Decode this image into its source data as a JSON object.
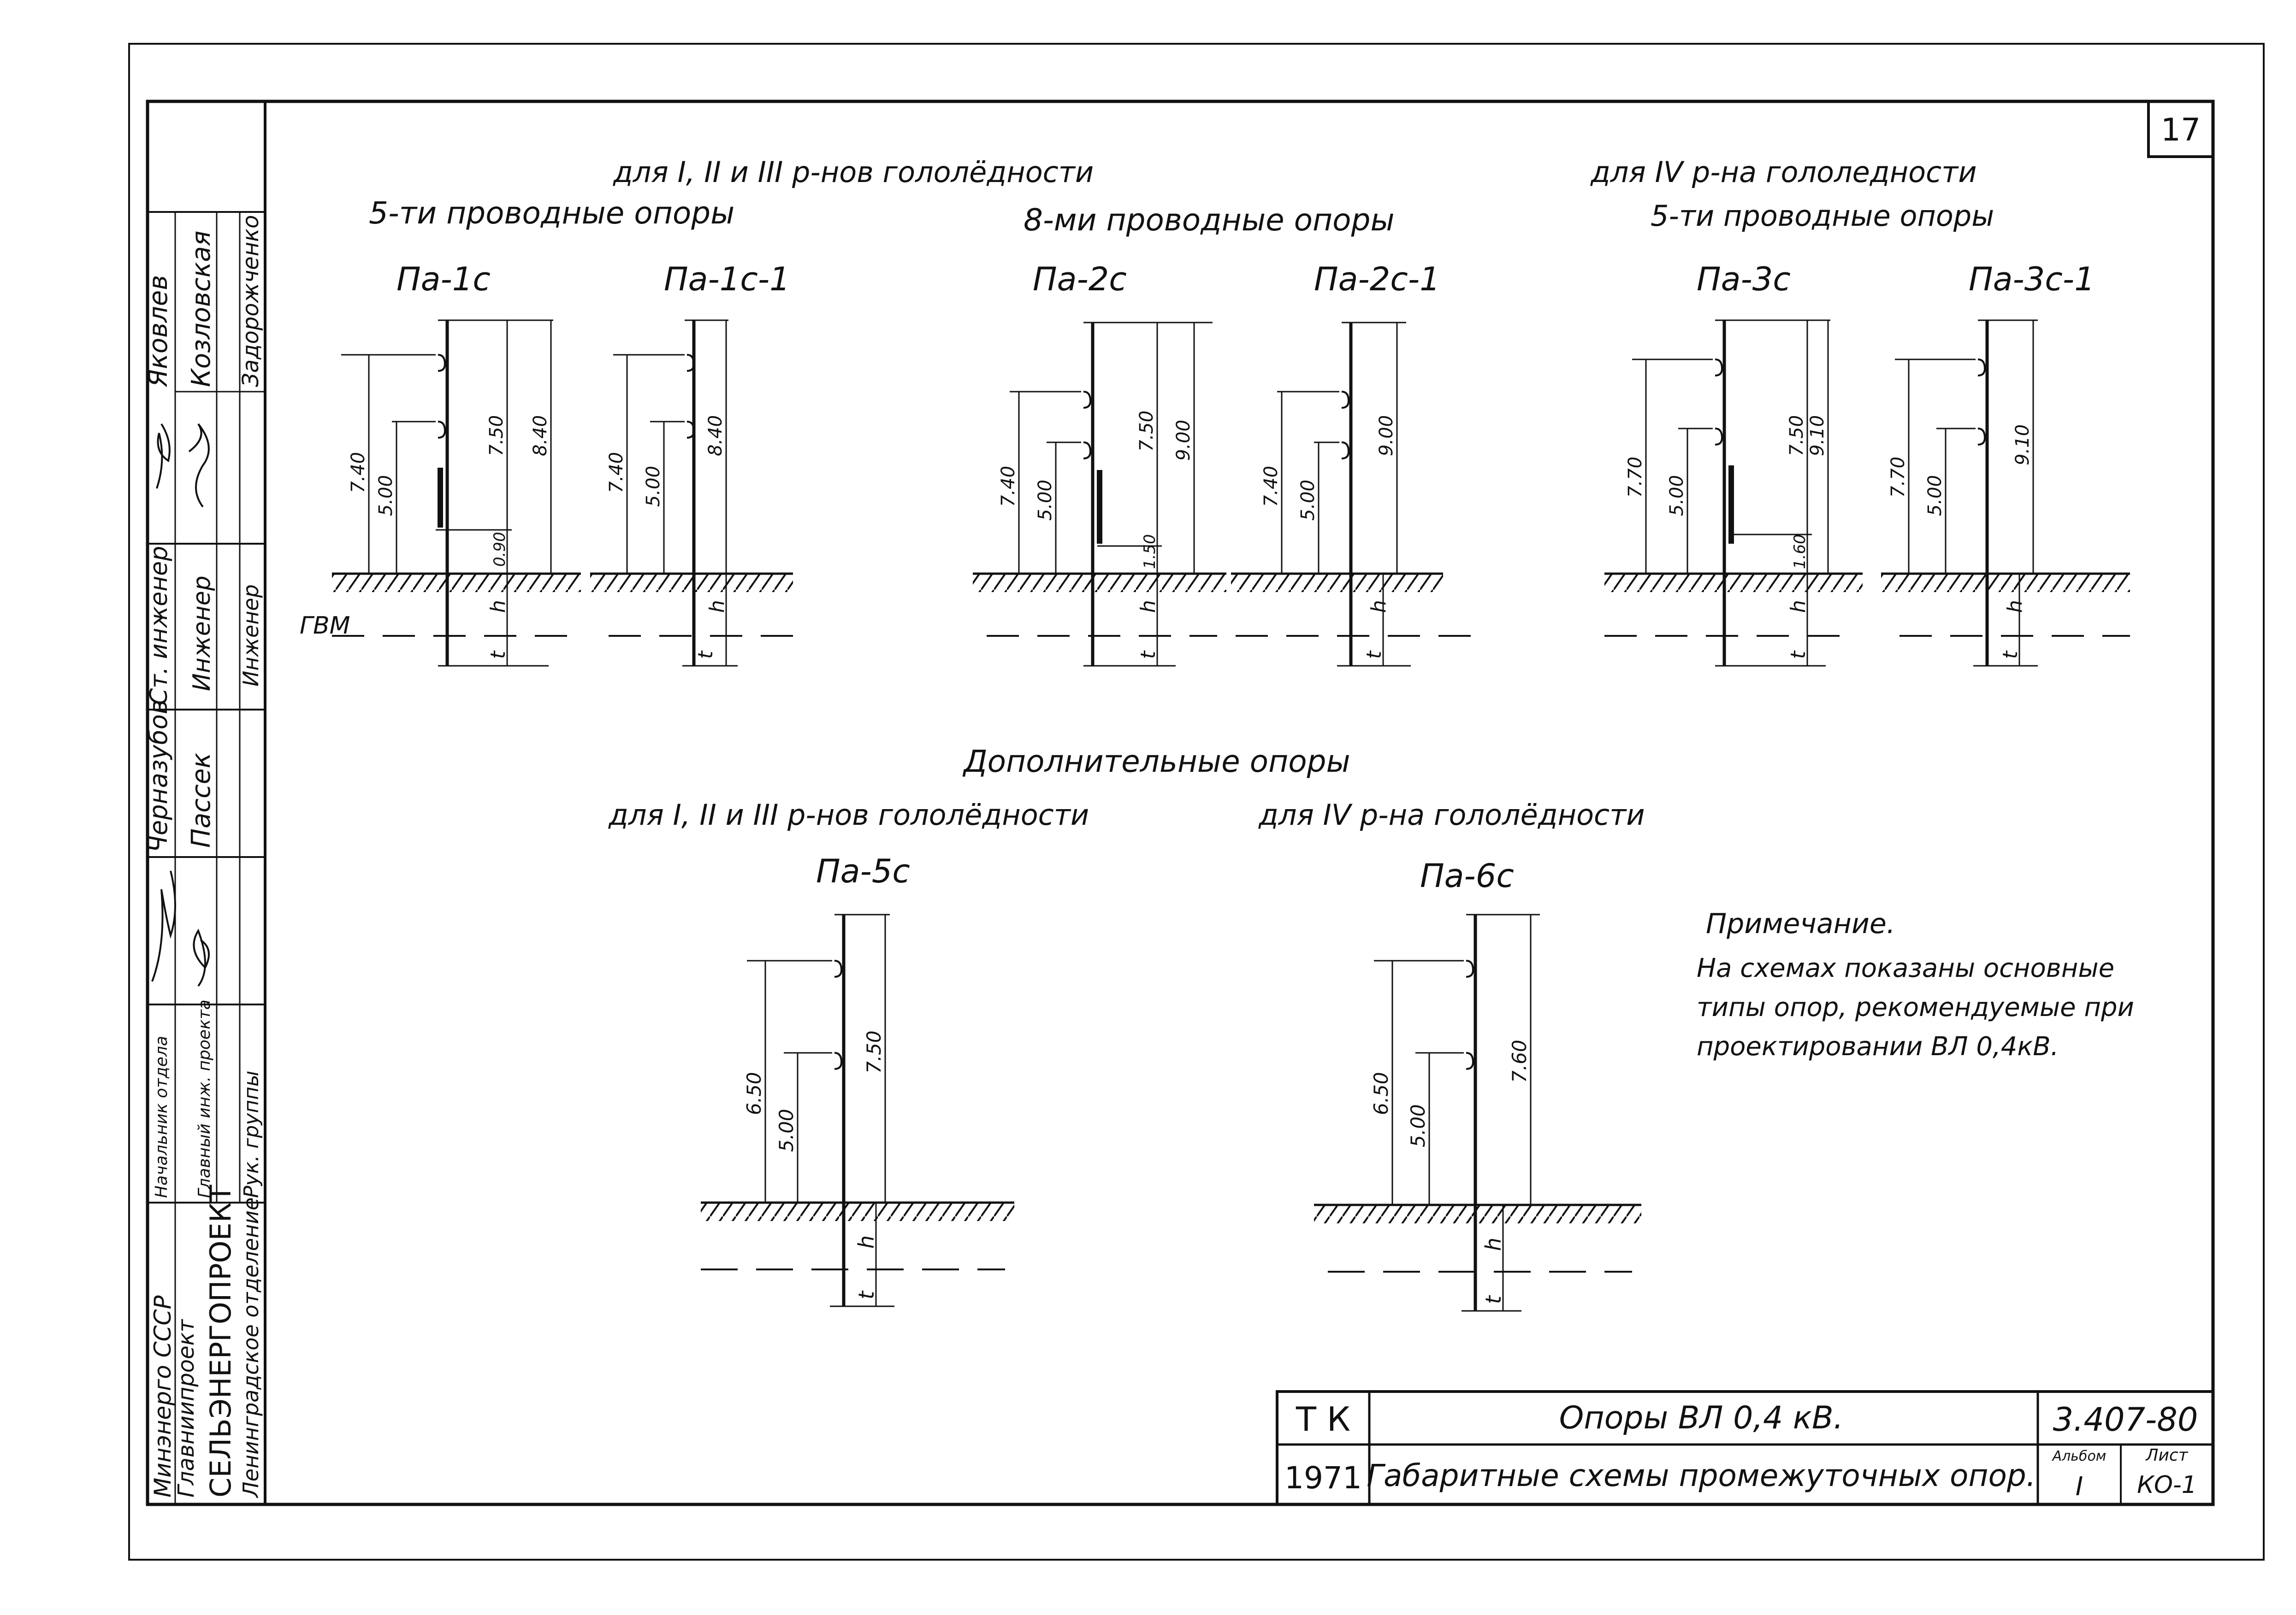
{
  "page_number": "17",
  "headings": {
    "group_a": "для I, II и III р-нов гололёдности",
    "group_a_sub": "5-ти проводные опоры",
    "group_b_sub": "8-ми проводные опоры",
    "group_c": "для IV р-на гололедности",
    "group_c_sub": "5-ти проводные опоры",
    "extra_title": "Дополнительные опоры",
    "extra_left": "для I, II и III р-нов гололёдности",
    "extra_right": "для IV р-на гололёдности"
  },
  "gvm_label": "ГВМ",
  "ground_symbols": {
    "h": "h",
    "t": "t"
  },
  "poles": [
    {
      "id": "pole-pa-1c",
      "name": "Па-1с",
      "dims": [
        "7.40",
        "5.00",
        "7.50",
        "8.40"
      ],
      "base_dim": "0.90"
    },
    {
      "id": "pole-pa-1c-1",
      "name": "Па-1с-1",
      "dims": [
        "7.40",
        "5.00",
        "8.40"
      ],
      "base_dim": ""
    },
    {
      "id": "pole-pa-2c",
      "name": "Па-2с",
      "dims": [
        "7.40",
        "5.00",
        "7.50",
        "9.00"
      ],
      "base_dim": "1.50"
    },
    {
      "id": "pole-pa-2c-1",
      "name": "Па-2с-1",
      "dims": [
        "7.40",
        "5.00",
        "9.00"
      ],
      "base_dim": ""
    },
    {
      "id": "pole-pa-3c",
      "name": "Па-3с",
      "dims": [
        "7.70",
        "5.00",
        "7.50",
        "9.10"
      ],
      "base_dim": "1.60"
    },
    {
      "id": "pole-pa-3c-1",
      "name": "Па-3с-1",
      "dims": [
        "7.70",
        "5.00",
        "9.10"
      ],
      "base_dim": ""
    },
    {
      "id": "pole-pa-5c",
      "name": "Па-5с",
      "dims": [
        "6.50",
        "5.00",
        "7.50"
      ],
      "base_dim": ""
    },
    {
      "id": "pole-pa-6c",
      "name": "Па-6с",
      "dims": [
        "6.50",
        "5.00",
        "7.60"
      ],
      "base_dim": ""
    }
  ],
  "note": {
    "title": "Примечание.",
    "lines": [
      "На схемах показаны основные",
      "типы опор, рекомендуемые при",
      "проектировании ВЛ 0,4кВ."
    ]
  },
  "stamp": {
    "roles": [
      "Начальник отдела",
      "Главный инж. проекта",
      "Рук. группы",
      "Ст. инженер",
      "Инженер",
      "Инженер"
    ],
    "names": [
      "Яковлев",
      "Козловская",
      "Задорожченко",
      "Черназубов",
      "Пассек"
    ],
    "org": [
      "Минэнерго СССР",
      "Главниипроект",
      "СЕЛЬЭНЕРГОПРОЕКТ",
      "Ленинградское отделение"
    ]
  },
  "title_block": {
    "tk": "Т К",
    "year": "1971",
    "title": "Опоры ВЛ 0,4 кВ.",
    "subtitle": "Габаритные схемы промежуточных опор.",
    "code": "3.407-80",
    "album_label": "Альбом",
    "album": "I",
    "sheet_label": "Лист",
    "sheet": "КО-1"
  }
}
